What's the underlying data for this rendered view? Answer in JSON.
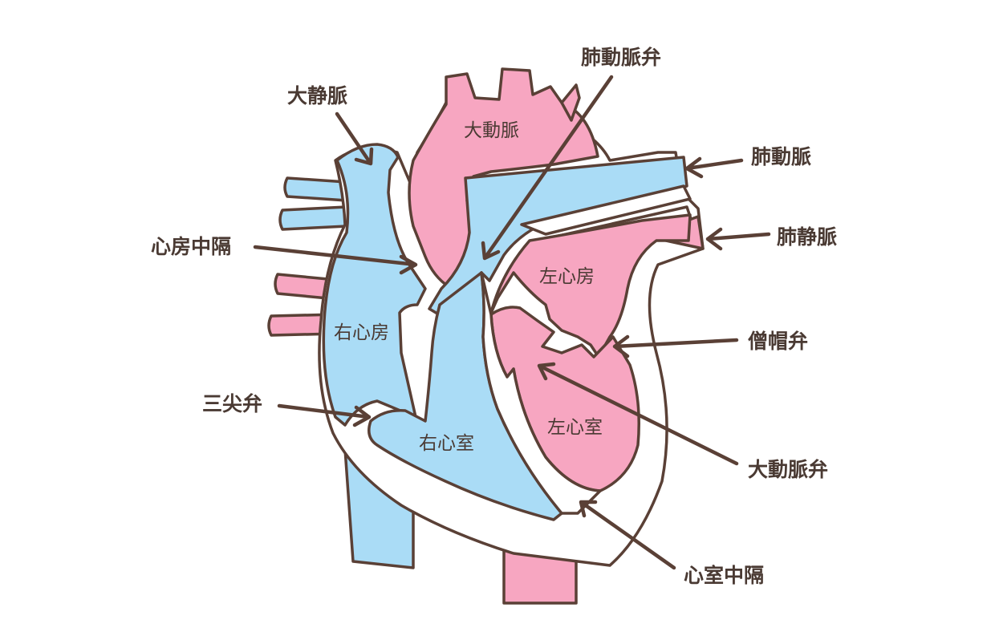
{
  "colors": {
    "oxygenated": "#f7a6c1",
    "deoxygenated": "#aadcf6",
    "tissue": "#ffffff",
    "outline": "#5a4036",
    "text": "#4a3a33"
  },
  "labels": {
    "superior_vena_cava": "大静脈",
    "pulmonary_valve": "肺動脈弁",
    "pulmonary_artery": "肺動脈",
    "pulmonary_vein": "肺静脈",
    "atrial_septum": "心房中隔",
    "mitral_valve": "僧帽弁",
    "tricuspid_valve": "三尖弁",
    "aortic_valve": "大動脈弁",
    "ventricular_septum": "心室中隔"
  },
  "chambers": {
    "aorta": "大動脈",
    "right_atrium": "右心房",
    "left_atrium": "左心房",
    "right_ventricle": "右心室",
    "left_ventricle": "左心室"
  }
}
